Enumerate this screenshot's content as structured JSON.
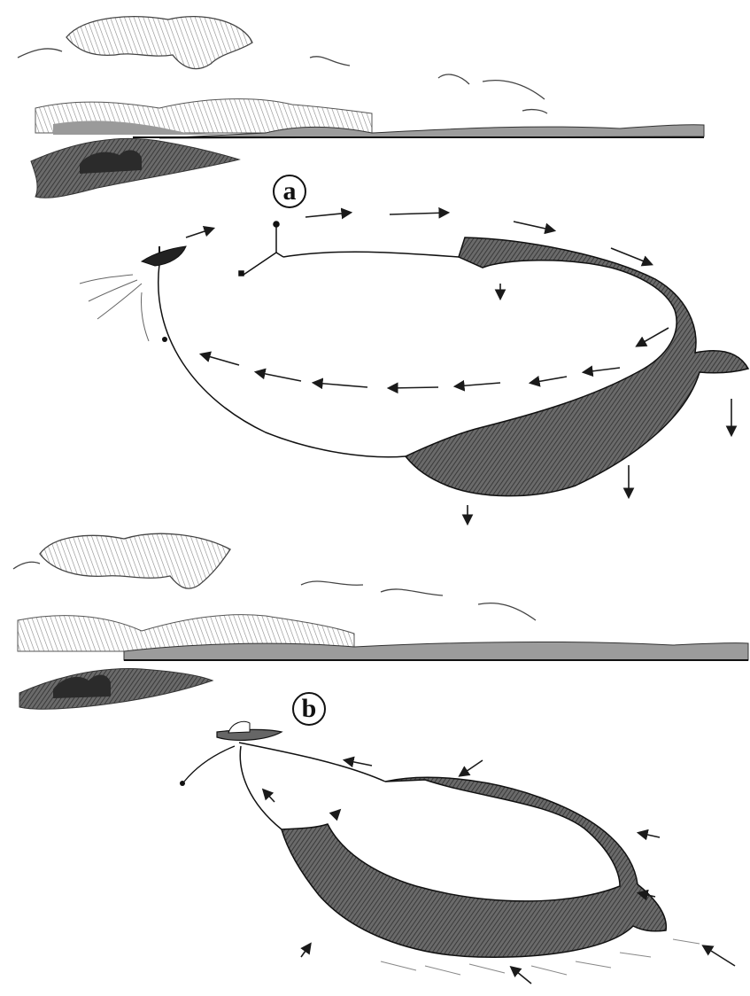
{
  "panels": [
    {
      "id": "a",
      "label": "a"
    },
    {
      "id": "b",
      "label": "b"
    }
  ],
  "colors": {
    "ink": "#1a1a1a",
    "net": "#5a5a5a",
    "land": "#8a8a8a",
    "sky": "#bdbdbd",
    "paper": "#ffffff"
  }
}
